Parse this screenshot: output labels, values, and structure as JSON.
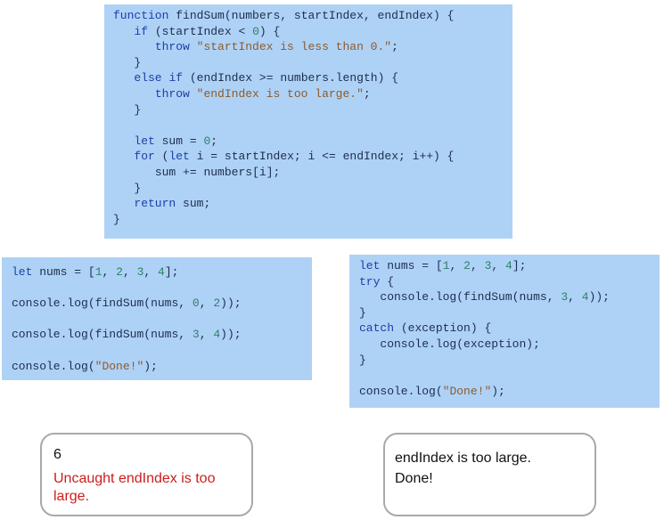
{
  "function_block": {
    "lines": [
      "function findSum(numbers, startIndex, endIndex) {",
      "   if (startIndex < 0) {",
      "      throw \"startIndex is less than 0.\";",
      "   }",
      "   else if (endIndex >= numbers.length) {",
      "      throw \"endIndex is too large.\";",
      "   }",
      "",
      "   let sum = 0;",
      "   for (let i = startIndex; i <= endIndex; i++) {",
      "      sum += numbers[i];",
      "   }",
      "   return sum;",
      "}"
    ]
  },
  "left_block": {
    "lines": [
      "let nums = [1, 2, 3, 4];",
      "",
      "console.log(findSum(nums, 0, 2));",
      "",
      "console.log(findSum(nums, 3, 4));",
      "",
      "console.log(\"Done!\");"
    ]
  },
  "right_block": {
    "lines": [
      "let nums = [1, 2, 3, 4];",
      "try {",
      "   console.log(findSum(nums, 3, 4));",
      "}",
      "catch (exception) {",
      "   console.log(exception);",
      "}",
      "",
      "console.log(\"Done!\");"
    ]
  },
  "left_output": {
    "line1": "6",
    "error_line1": "Uncaught endIndex is too",
    "error_line2": "large."
  },
  "right_output": {
    "line1": "endIndex is too large.",
    "line2": "Done!"
  },
  "colors": {
    "code_bg": "#aed2f6",
    "keyword": "#1a3fa8",
    "number": "#2f7f69",
    "string": "#8f5a2a",
    "error": "#cc1d1d"
  }
}
